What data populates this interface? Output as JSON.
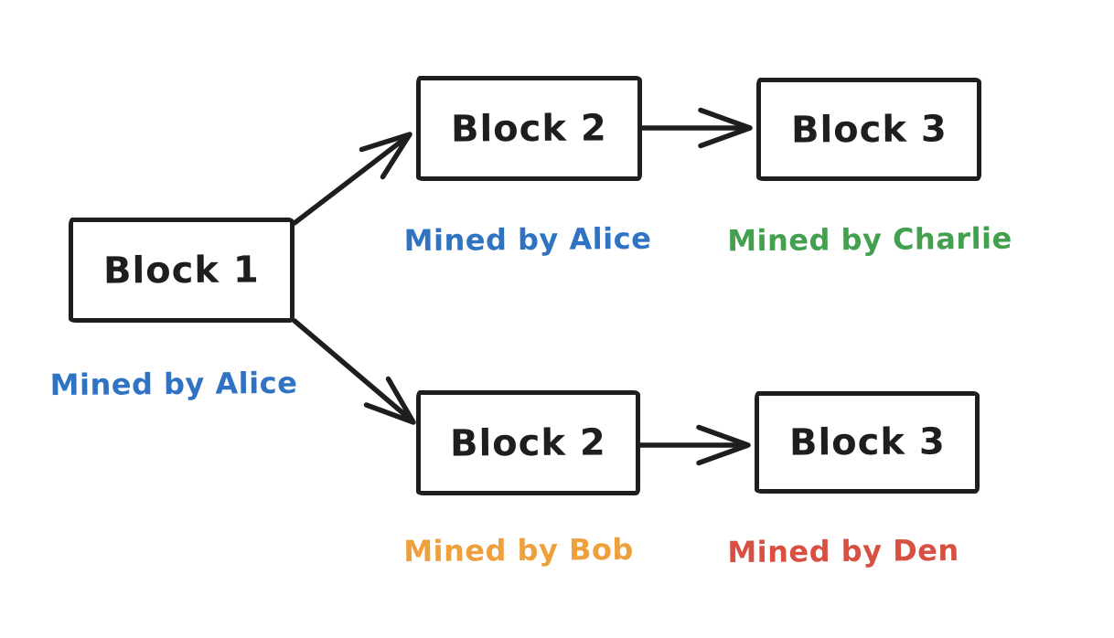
{
  "diagram": {
    "description": "Blockchain fork diagram",
    "colors": {
      "background": "#ffffff",
      "stroke": "#1e1e1e",
      "blue": "#2f73c2",
      "green": "#43a04f",
      "orange": "#eda03c",
      "red": "#d94f42"
    },
    "nodes": [
      {
        "id": "block-1",
        "label": "Block 1",
        "miner": "Mined by Alice",
        "miner_color": "#2f73c2"
      },
      {
        "id": "block-2-top",
        "label": "Block 2",
        "miner": "Mined by Alice",
        "miner_color": "#2f73c2"
      },
      {
        "id": "block-3-top",
        "label": "Block 3",
        "miner": "Mined by Charlie",
        "miner_color": "#43a04f"
      },
      {
        "id": "block-2-bottom",
        "label": "Block 2",
        "miner": "Mined by Bob",
        "miner_color": "#eda03c"
      },
      {
        "id": "block-3-bottom",
        "label": "Block 3",
        "miner": "Mined by Den",
        "miner_color": "#d94f42"
      }
    ],
    "edges": [
      {
        "from": "block-1",
        "to": "block-2-top"
      },
      {
        "from": "block-1",
        "to": "block-2-bottom"
      },
      {
        "from": "block-2-top",
        "to": "block-3-top"
      },
      {
        "from": "block-2-bottom",
        "to": "block-3-bottom"
      }
    ]
  }
}
